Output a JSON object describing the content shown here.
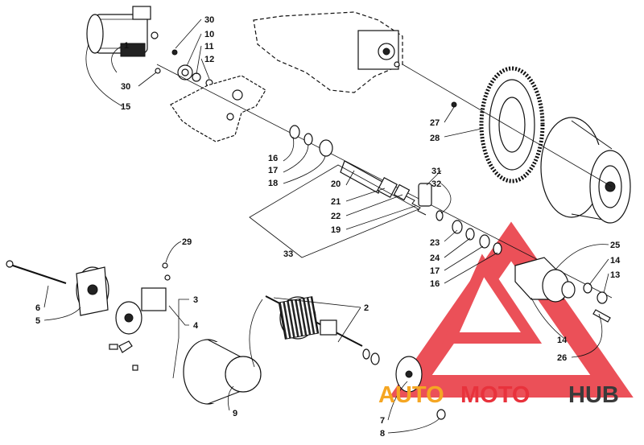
{
  "callouts": [
    {
      "id": "c30a",
      "text": "30"
    },
    {
      "id": "c10",
      "text": "10"
    },
    {
      "id": "c11",
      "text": "11"
    },
    {
      "id": "c12",
      "text": "12"
    },
    {
      "id": "c1",
      "text": "1"
    },
    {
      "id": "c30b",
      "text": "30"
    },
    {
      "id": "c15",
      "text": "15"
    },
    {
      "id": "c16a",
      "text": "16"
    },
    {
      "id": "c17a",
      "text": "17"
    },
    {
      "id": "c18",
      "text": "18"
    },
    {
      "id": "c20",
      "text": "20"
    },
    {
      "id": "c21",
      "text": "21"
    },
    {
      "id": "c22",
      "text": "22"
    },
    {
      "id": "c19",
      "text": "19"
    },
    {
      "id": "c33",
      "text": "33"
    },
    {
      "id": "c31",
      "text": "31"
    },
    {
      "id": "c32",
      "text": "32"
    },
    {
      "id": "c27",
      "text": "27"
    },
    {
      "id": "c28",
      "text": "28"
    },
    {
      "id": "c23",
      "text": "23"
    },
    {
      "id": "c24",
      "text": "24"
    },
    {
      "id": "c17b",
      "text": "17"
    },
    {
      "id": "c16b",
      "text": "16"
    },
    {
      "id": "c25",
      "text": "25"
    },
    {
      "id": "c14a",
      "text": "14"
    },
    {
      "id": "c13",
      "text": "13"
    },
    {
      "id": "c14b",
      "text": "14"
    },
    {
      "id": "c26",
      "text": "26"
    },
    {
      "id": "c29",
      "text": "29"
    },
    {
      "id": "c3",
      "text": "3"
    },
    {
      "id": "c4",
      "text": "4"
    },
    {
      "id": "c6",
      "text": "6"
    },
    {
      "id": "c5",
      "text": "5"
    },
    {
      "id": "c2",
      "text": "2"
    },
    {
      "id": "c9",
      "text": "9"
    },
    {
      "id": "c7",
      "text": "7"
    },
    {
      "id": "c8",
      "text": "8"
    }
  ],
  "watermark": {
    "brand_part1": "AUTO",
    "brand_part2": "MOTO",
    "brand_part3": "HUB",
    "color_primary": "#e8323c",
    "color_secondary": "#f5a623",
    "color_dark": "#3a3a3a"
  }
}
